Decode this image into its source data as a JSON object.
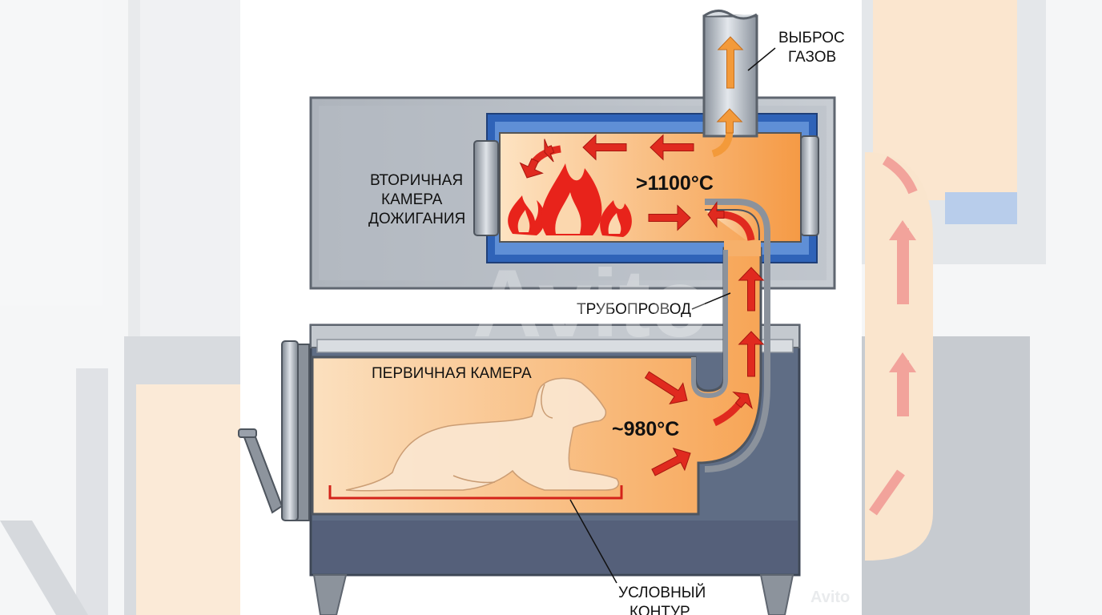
{
  "diagram": {
    "labels": {
      "exhaust_line1": "ВЫБРОС",
      "exhaust_line2": "ГАЗОВ",
      "secondary_line1": "ВТОРИЧНАЯ",
      "secondary_line2": "КАМЕРА",
      "secondary_line3": "ДОЖИГАНИЯ",
      "pipeline": "ТРУБОПРОВОД",
      "primary": "ПЕРВИЧНАЯ КАМЕРА",
      "contour_line1": "УСЛОВНЫЙ",
      "contour_line2": "КОНТУР"
    },
    "temperatures": {
      "secondary": ">1100°C",
      "primary": "~980°C"
    },
    "watermark": "Avito",
    "watermark_small": "Avito"
  },
  "colors": {
    "steel": "#9aa1ab",
    "steel_dark": "#6f7782",
    "insulation": "#2f63b8",
    "chamber_light": "#fde6c8",
    "chamber_hot": "#f59b45",
    "arrow": "#e02a1f",
    "arrow_orange": "#f39a3a"
  }
}
